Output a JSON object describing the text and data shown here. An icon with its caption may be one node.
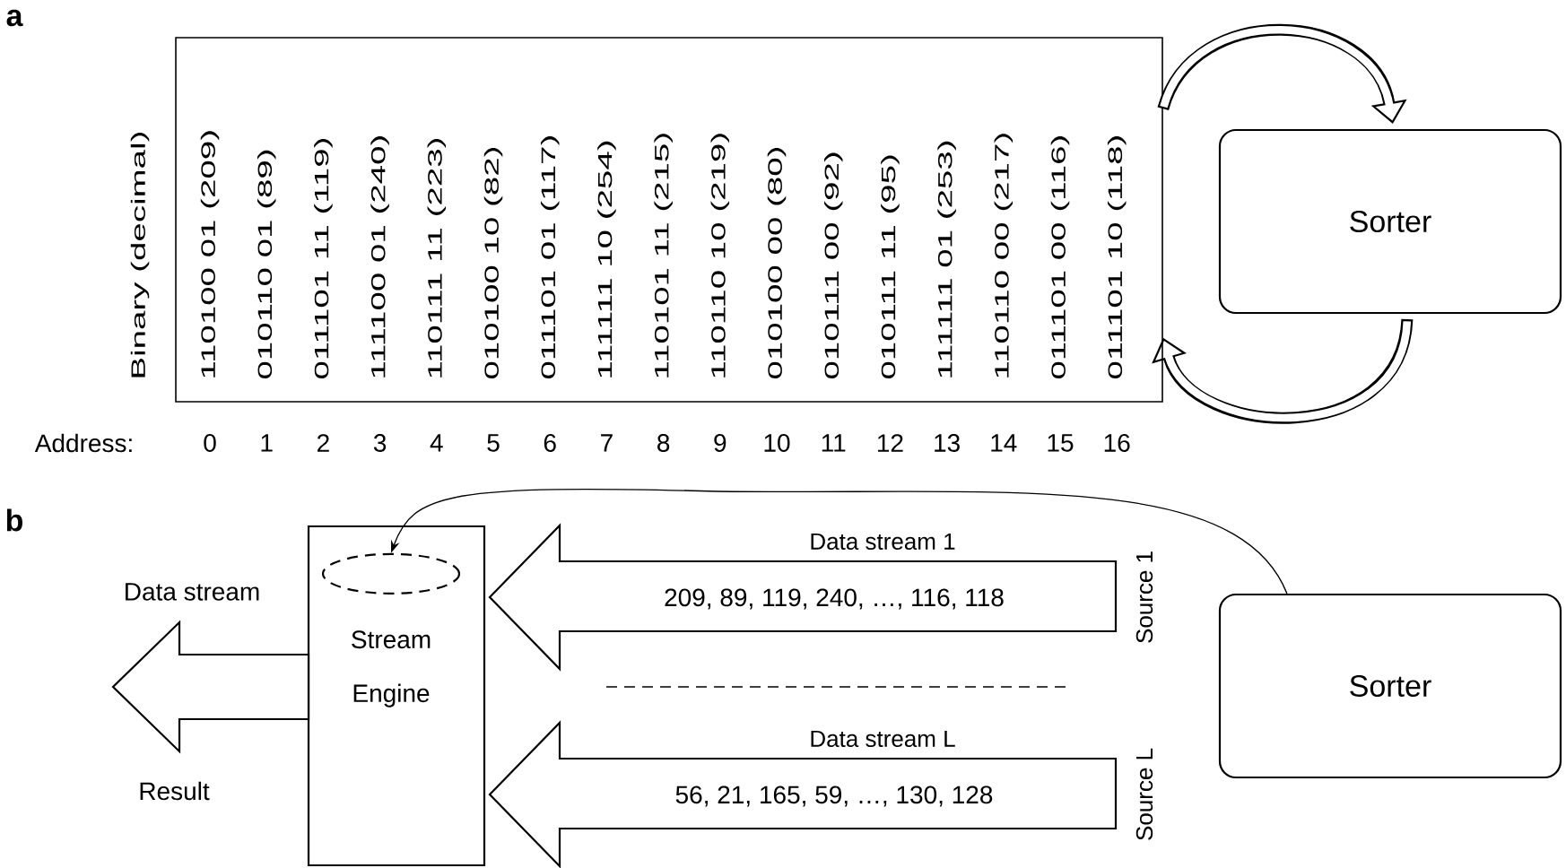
{
  "diagram": {
    "nodes": [
      {
        "text": [
          "Binary (decimal)",
          "110100 01 (209)",
          "010110 01 (89)",
          "011101 11 (119)",
          "111100 01 (240)",
          "110111 11 (223)",
          "010100 10 (82)",
          "011101 01 (117)",
          "111111 10 (254)",
          "110101 11 (215)",
          "110110 10 (219)",
          "010100 00 (80)",
          "010111 00 (92)",
          "010111 11 (95)",
          "111111 01 (253)",
          "110110 00 (217)",
          "011101 00 (116)",
          "011101 10 (118)"
        ]
      },
      {
        "text": [
          "Sorter"
        ]
      },
      {
        "text": [
          "Stream Engine"
        ]
      },
      {
        "text": [],
        "shape": "ellipse",
        "in": 2
      },
      {
        "text": [
          "Data stream 1",
          "209, 89, 119, 240, …, 116, 118"
        ],
        "beside": [
          "Source 1"
        ]
      },
      {
        "text": [
          "Data stream L",
          "56, 21, 165, 59, …, 130, 128"
        ],
        "beside": [
          "Source L"
        ]
      },
      {
        "text": [],
        "shape": "arrow",
        "beside": [
          "Data stream",
          "Result"
        ]
      },
      {
        "text": [
          "Sorter"
        ]
      }
    ],
    "edges": [
      {
        "from": 0,
        "to": 1,
        "arrow": "to"
      },
      {
        "from": 1,
        "to": 0,
        "arrow": "to"
      },
      {
        "from": 7,
        "to": 3,
        "arrow": "to"
      }
    ],
    "labels": [
      "a",
      "Address:",
      "0",
      "1",
      "2",
      "3",
      "4",
      "5",
      "6",
      "7",
      "8",
      "9",
      "10",
      "11",
      "12",
      "13",
      "14",
      "15",
      "16",
      "b"
    ]
  }
}
